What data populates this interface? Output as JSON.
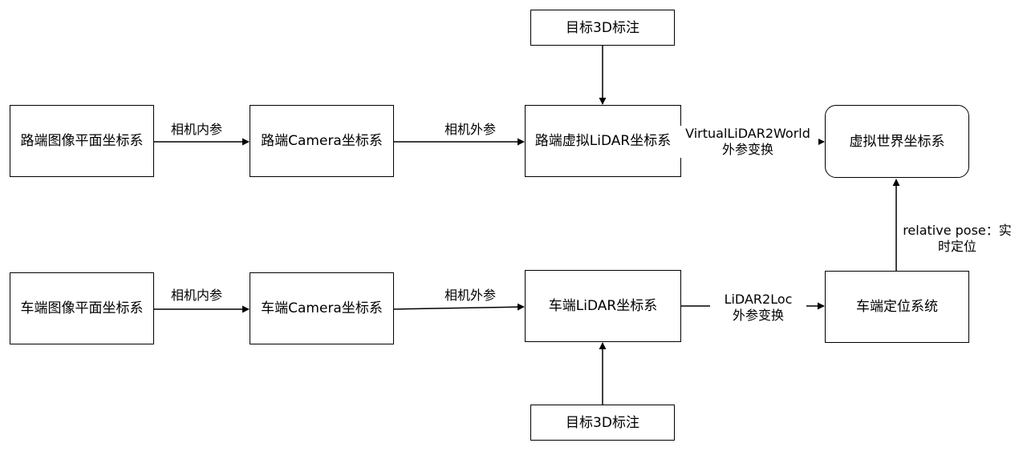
{
  "nodes": {
    "top_annotation": "目标3D标注",
    "rsu_image_plane": "路端图像平面坐标系",
    "rsu_camera": "路端Camera坐标系",
    "rsu_virtual_lidar": "路端虚拟LiDAR坐标系",
    "virtual_world": "虚拟世界坐标系",
    "veh_image_plane": "车端图像平面坐标系",
    "veh_camera": "车端Camera坐标系",
    "veh_lidar": "车端LiDAR坐标系",
    "veh_localization": "车端定位系统",
    "bottom_annotation": "目标3D标注"
  },
  "edges": {
    "rsu_intrinsic": "相机内参",
    "rsu_extrinsic": "相机外参",
    "virtual_to_world_line1": "VirtualLiDAR2World",
    "virtual_to_world_line2": "外参变换",
    "veh_intrinsic": "相机内参",
    "veh_extrinsic": "相机外参",
    "lidar_to_loc_line1": "LiDAR2Loc",
    "lidar_to_loc_line2": "外参变换",
    "relative_pose_line1": "relative pose：实",
    "relative_pose_line2": "时定位"
  }
}
